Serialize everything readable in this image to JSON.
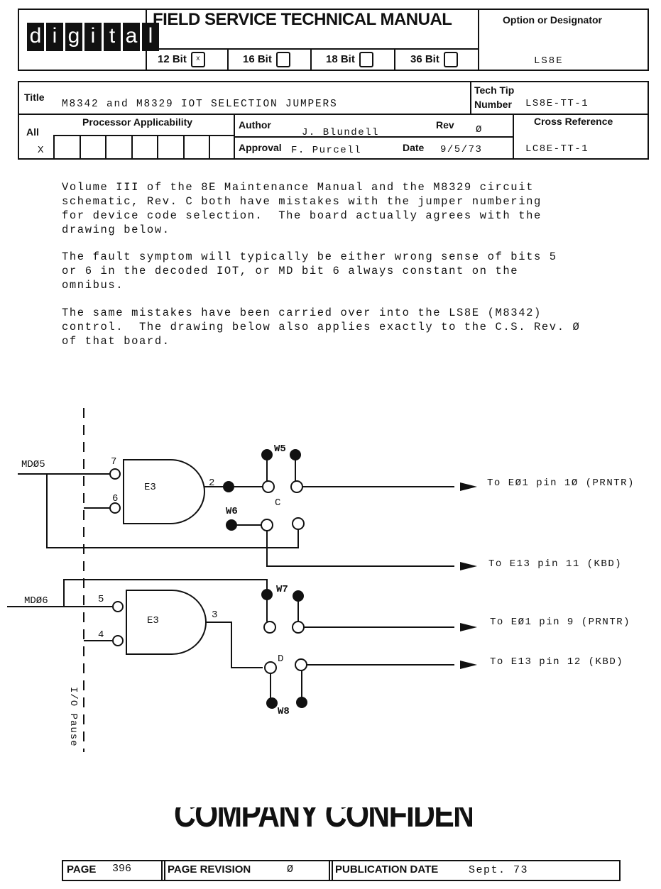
{
  "header": {
    "logo_letters": [
      "d",
      "i",
      "g",
      "i",
      "t",
      "a",
      "l"
    ],
    "manual_title": "FIELD SERVICE TECHNICAL MANUAL",
    "bit_options": [
      {
        "label": "12 Bit",
        "mark": "x"
      },
      {
        "label": "16 Bit",
        "mark": ""
      },
      {
        "label": "18 Bit",
        "mark": ""
      },
      {
        "label": "36 Bit",
        "mark": ""
      }
    ],
    "option_label": "Option or Designator",
    "option_value": "LS8E"
  },
  "info": {
    "title_label": "Title",
    "title_value": "M8342 and M8329 IOT SELECTION JUMPERS",
    "tech_tip_label_1": "Tech Tip",
    "tech_tip_label_2": "Number",
    "tech_tip_value": "LS8E-TT-1",
    "all_label": "All",
    "all_mark": "X",
    "processor_label": "Processor Applicability",
    "author_label": "Author",
    "author_value": "J. Blundell",
    "rev_label": "Rev",
    "rev_value": "Ø",
    "approval_label": "Approval",
    "approval_value": "F. Purcell",
    "date_label": "Date",
    "date_value": "9/5/73",
    "cross_ref_label": "Cross Reference",
    "cross_ref_value": "LC8E-TT-1"
  },
  "body": {
    "p1": "Volume III of the 8E Maintenance Manual and the M8329 circuit\nschematic, Rev. C both have mistakes with the jumper numbering\nfor device code selection.  The board actually agrees with the\ndrawing below.",
    "p2": "The fault symptom will typically be either wrong sense of bits 5\nor 6 in the decoded IOT, or MD bit 6 always constant on the\nomnibus.",
    "p3": "The same mistakes have been carried over into the LS8E (M8342)\ncontrol.  The drawing below also applies exactly to the C.S. Rev. Ø\nof that board."
  },
  "diagram": {
    "md05": "MDØ5",
    "md06": "MDØ6",
    "gate_label": "E3",
    "pin_7": "7",
    "pin_6": "6",
    "pin_2": "2",
    "pin_5": "5",
    "pin_4": "4",
    "pin_3": "3",
    "w5": "W5",
    "w6": "W6",
    "w7": "W7",
    "w8": "W8",
    "block_c": "C",
    "block_d": "D",
    "out_1": "To EØ1 pin 1Ø (PRNTR)",
    "out_2": "To E13 pin 11 (KBD)",
    "out_3": "To EØ1 pin 9 (PRNTR)",
    "out_4": "To E13 pin 12 (KBD)",
    "io_pause": "I/O Pause"
  },
  "footer": {
    "confidential": "COMPANY CONFIDENTIAL",
    "page_label": "PAGE",
    "page_value": "396",
    "page_rev_label": "PAGE REVISION",
    "page_rev_value": "Ø",
    "pub_label": "PUBLICATION DATE",
    "pub_value": "Sept. 73"
  }
}
